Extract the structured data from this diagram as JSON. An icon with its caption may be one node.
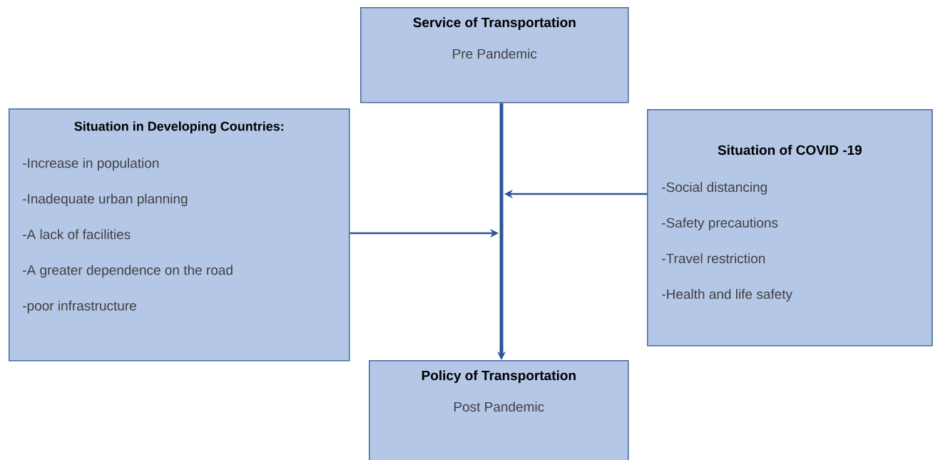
{
  "diagram": {
    "nodes": [
      {
        "text": [
          "Service of Transportation",
          "Pre Pandemic"
        ]
      },
      {
        "text": [
          "Situation in Developing Countries:",
          "-Increase in population",
          "-Inadequate urban planning",
          "-A lack of facilities",
          "-A greater dependence on the road",
          "-poor infrastructure"
        ]
      },
      {
        "text": [
          "Situation of COVID -19",
          "-Social distancing",
          "-Safety precautions",
          "-Travel restriction",
          "-Health and life safety"
        ]
      },
      {
        "text": [
          "Policy of Transportation",
          "Post Pandemic"
        ]
      }
    ],
    "edges": [
      {
        "from": 0,
        "to": 3,
        "arrow": "to",
        "style": "thick"
      },
      {
        "from": 1,
        "to": null,
        "arrow": "to"
      },
      {
        "from": 2,
        "to": null,
        "arrow": "to"
      }
    ]
  }
}
